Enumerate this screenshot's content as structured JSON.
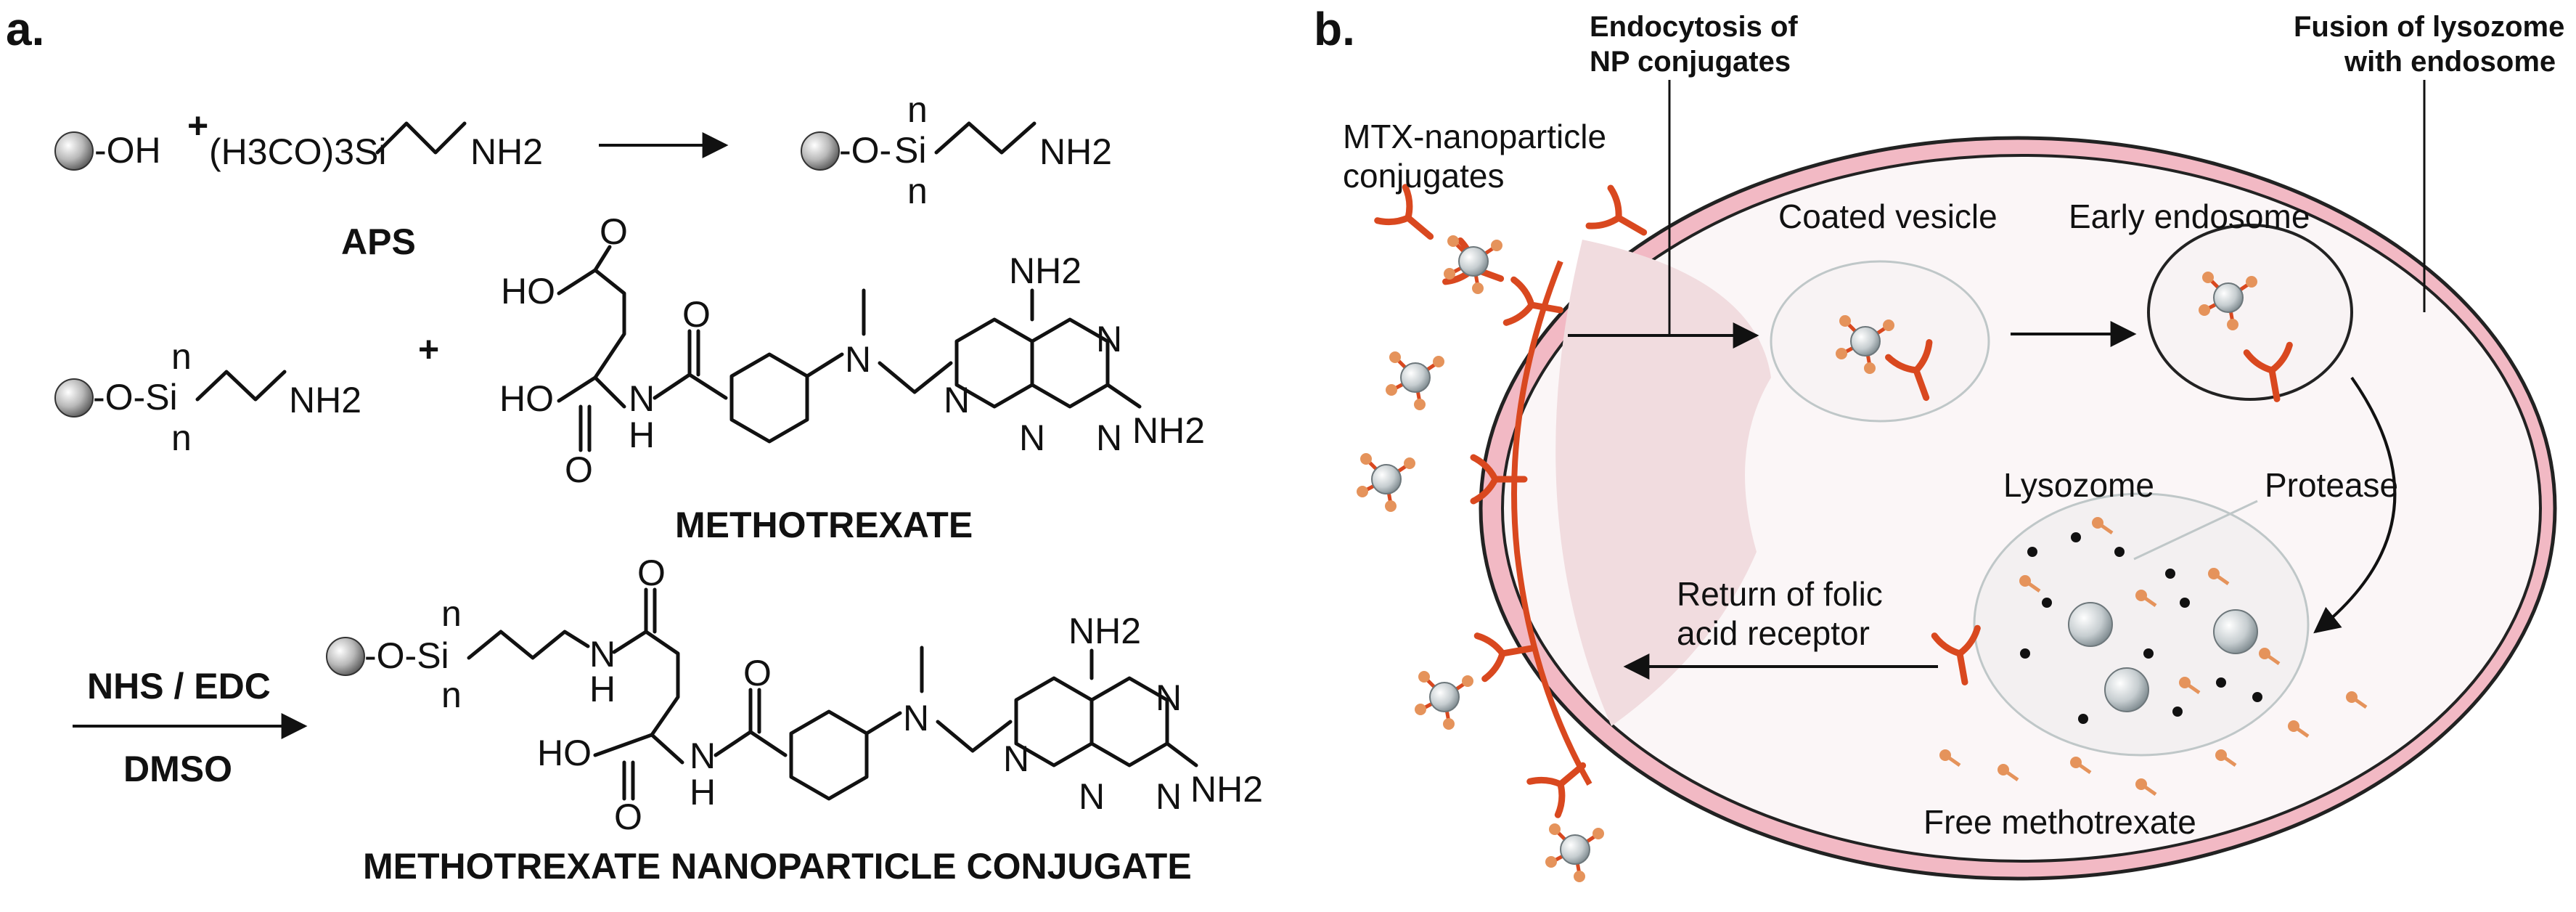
{
  "panel_a": {
    "label": "a.",
    "reaction1": {
      "oh": "-OH",
      "plus": "+",
      "reagent": "(H3CO)3Si",
      "nh2": "NH2",
      "reagent_name": "APS",
      "product_o": "-O-",
      "product_si": "Si",
      "n_top": "n",
      "n_bottom": "n",
      "product_nh2": "NH2"
    },
    "reaction2": {
      "o_si": "-O-Si",
      "n_top": "n",
      "n_bottom": "n",
      "nh2": "NH2",
      "plus": "+",
      "ho_top": "HO",
      "ho_left": "HO",
      "o_1": "O",
      "o_2": "O",
      "o_3": "O",
      "nh": "N",
      "h": "H",
      "n_methyl": "N",
      "nh2_top": "NH2",
      "nh2_right": "NH2",
      "ring_n": "N",
      "name": "METHOTREXATE"
    },
    "reaction3": {
      "reagents_top": "NHS / EDC",
      "reagents_bottom": "DMSO",
      "o_si": "-O-Si",
      "n_top": "n",
      "n_bottom": "n",
      "nh": "N",
      "h": "H",
      "o_1": "O",
      "o_2": "O",
      "o_3": "O",
      "ho": "HO",
      "nh2_top": "NH2",
      "nh2_right": "NH2",
      "ring_n": "N",
      "n_methyl": "N",
      "name": "METHOTREXATE NANOPARTICLE CONJUGATE"
    }
  },
  "panel_b": {
    "label": "b.",
    "endocytosis_line1": "Endocytosis of",
    "endocytosis_line2": "NP conjugates",
    "fusion_line1": "Fusion of lysozome",
    "fusion_line2": "with endosome",
    "mtx_line1": "MTX-nanoparticle",
    "mtx_line2": "conjugates",
    "coated_vesicle": "Coated vesicle",
    "early_endosome": "Early endosome",
    "lysozome": "Lysozome",
    "protease": "Protease",
    "return_line1": "Return of folic",
    "return_line2": "acid receptor",
    "free_mtx": "Free methotrexate"
  },
  "colors": {
    "receptor": "#d9481f",
    "membrane": "#f2b9c4",
    "cytoplasm": "#f7eef0",
    "particle": "#c8ced0",
    "dots": "#e5935b",
    "ink": "#111111"
  }
}
